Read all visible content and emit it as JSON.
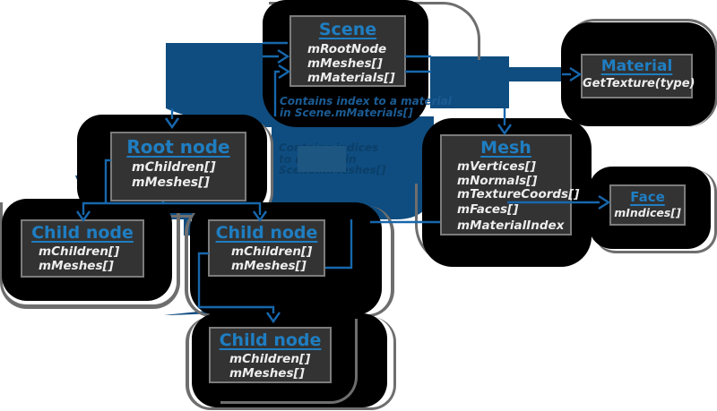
{
  "diagram": {
    "boxes": {
      "scene": {
        "title": "Scene",
        "fields": [
          "mRootNode",
          "mMeshes[]",
          "mMaterials[]"
        ]
      },
      "material": {
        "title": "Material",
        "fields": [
          "GetTexture(type)"
        ]
      },
      "root": {
        "title": "Root node",
        "fields": [
          "mChildren[]",
          "mMeshes[]"
        ]
      },
      "mesh": {
        "title": "Mesh",
        "fields": [
          "mVertices[]",
          "mNormals[]",
          "mTextureCoords[]",
          "mFaces[]",
          "mMaterialIndex"
        ]
      },
      "face": {
        "title": "Face",
        "fields": [
          "mIndices[]"
        ]
      },
      "child1": {
        "title": "Child node",
        "fields": [
          "mChildren[]",
          "mMeshes[]"
        ]
      },
      "child2": {
        "title": "Child node",
        "fields": [
          "mChildren[]",
          "mMeshes[]"
        ]
      },
      "child3": {
        "title": "Child node",
        "fields": [
          "mChildren[]",
          "mMeshes[]"
        ]
      }
    },
    "annotations": {
      "material_note": {
        "line1": "Contains index to a material",
        "line2": "in Scene.mMaterials[]"
      },
      "mesh_note": {
        "line1": "Contains indices",
        "line2": "to meshes in",
        "line3": "Scene.mMeshes[]"
      }
    },
    "colors": {
      "blob_black": "#000000",
      "connector_fill_blue": "#0f4d80",
      "arrow_blue": "#1767ac",
      "title_blue": "#1f7ec2",
      "box_background": "#333333",
      "box_border": "#7c7c7c",
      "field_text": "#ededed",
      "note_text_blue": "#1b5c94",
      "gray_sliver": "#6e6e6e"
    }
  }
}
